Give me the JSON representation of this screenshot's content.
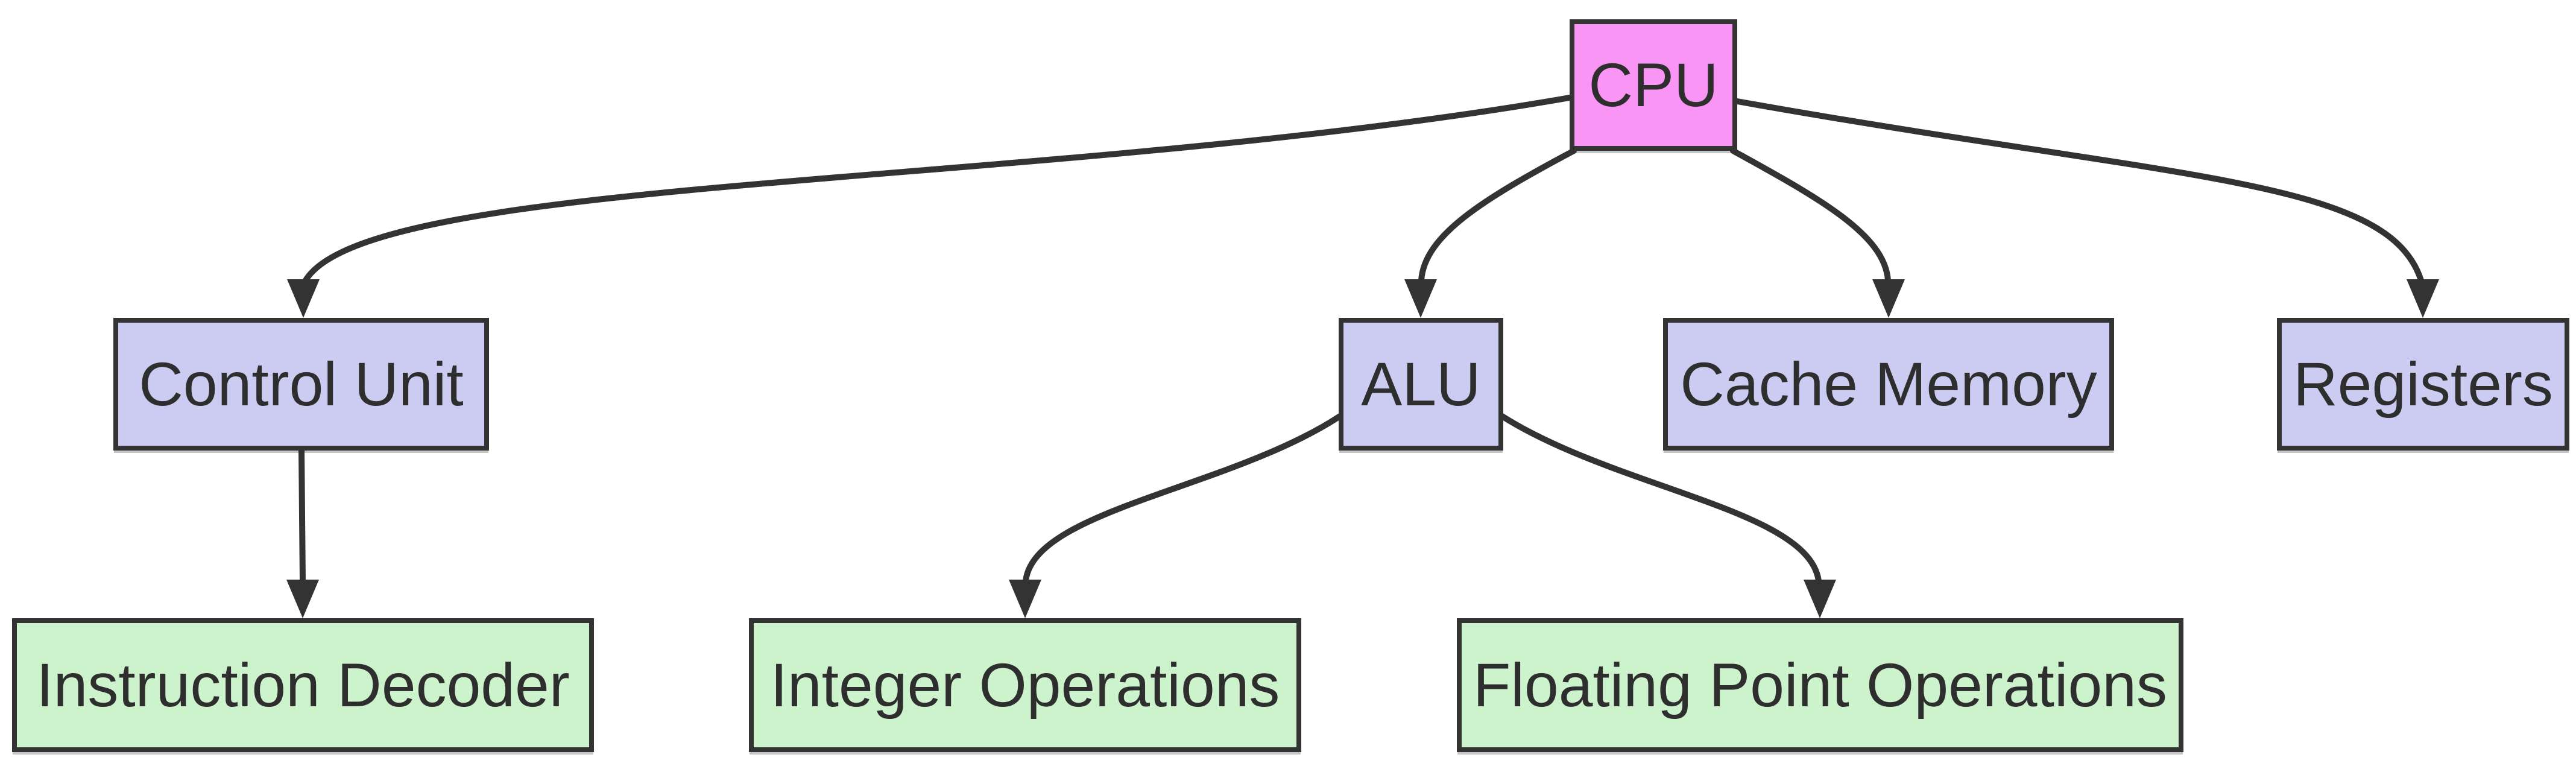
{
  "diagram": {
    "type": "flowchart",
    "direction": "top-down",
    "background": "#ffffff"
  },
  "colors": {
    "edge": "#333333",
    "node_border": "#333333",
    "text": "#2e2e2e",
    "root_fill": "#f995f5",
    "level2_fill": "#cccbf2",
    "level3_fill": "#cdf3cd"
  },
  "nodes": [
    {
      "id": "cpu",
      "label": "CPU",
      "fill": "#f995f5"
    },
    {
      "id": "control-unit",
      "label": "Control Unit",
      "fill": "#cccbf2"
    },
    {
      "id": "alu",
      "label": "ALU",
      "fill": "#cccbf2"
    },
    {
      "id": "cache-memory",
      "label": "Cache Memory",
      "fill": "#cccbf2"
    },
    {
      "id": "registers",
      "label": "Registers",
      "fill": "#cccbf2"
    },
    {
      "id": "instruction-decoder",
      "label": "Instruction Decoder",
      "fill": "#cdf3cd"
    },
    {
      "id": "integer-operations",
      "label": "Integer Operations",
      "fill": "#cdf3cd"
    },
    {
      "id": "floating-point-operations",
      "label": "Floating Point Operations",
      "fill": "#cdf3cd"
    }
  ],
  "edges": [
    {
      "from": "CPU",
      "to": "Control Unit"
    },
    {
      "from": "CPU",
      "to": "ALU"
    },
    {
      "from": "CPU",
      "to": "Cache Memory"
    },
    {
      "from": "CPU",
      "to": "Registers"
    },
    {
      "from": "Control Unit",
      "to": "Instruction Decoder"
    },
    {
      "from": "ALU",
      "to": "Integer Operations"
    },
    {
      "from": "ALU",
      "to": "Floating Point Operations"
    }
  ]
}
